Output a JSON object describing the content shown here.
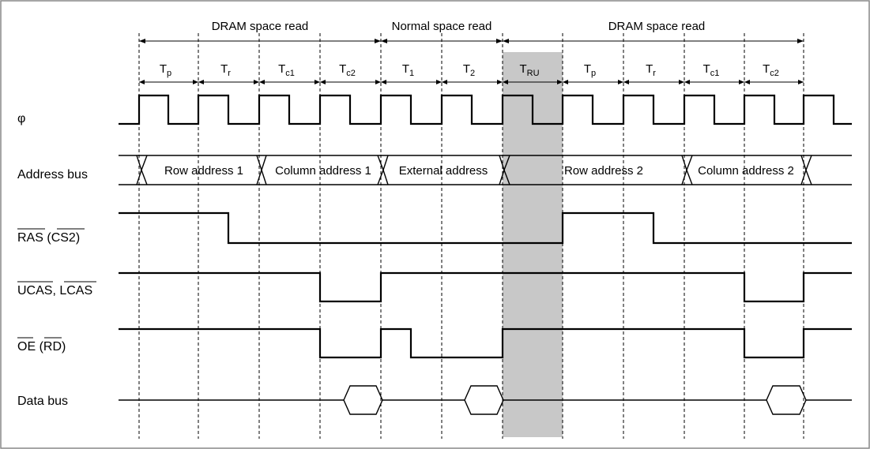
{
  "phases": [
    {
      "label": "DRAM space read"
    },
    {
      "label": "Normal space read"
    },
    {
      "label": "DRAM space read"
    }
  ],
  "states": [
    {
      "main": "T",
      "sub": "p"
    },
    {
      "main": "T",
      "sub": "r"
    },
    {
      "main": "T",
      "sub": "c1"
    },
    {
      "main": "T",
      "sub": "c2"
    },
    {
      "main": "T",
      "sub": "1"
    },
    {
      "main": "T",
      "sub": "2"
    },
    {
      "main": "T",
      "sub": "RU"
    },
    {
      "main": "T",
      "sub": "p"
    },
    {
      "main": "T",
      "sub": "r"
    },
    {
      "main": "T",
      "sub": "c1"
    },
    {
      "main": "T",
      "sub": "c2"
    }
  ],
  "signals": {
    "phi": {
      "label": "φ"
    },
    "address_bus": {
      "label": "Address bus"
    },
    "ras": {
      "label": "RAS",
      "suffix_open": " (",
      "overline2": "CS2",
      "suffix_close": ")"
    },
    "cas": {
      "label1": "UCAS",
      "sep": ", ",
      "label2": "LCAS"
    },
    "oe": {
      "label": "OE",
      "suffix_open": " (",
      "overline2": "RD",
      "suffix_close": ")"
    },
    "data_bus": {
      "label": "Data bus"
    }
  },
  "address_segments": [
    {
      "label": "Row address 1"
    },
    {
      "label": "Column address 1"
    },
    {
      "label": "External address"
    },
    {
      "label": "Row address 2"
    },
    {
      "label": "Column address 2"
    }
  ],
  "colors": {
    "highlight": "#c8c8c8",
    "line": "#000000",
    "frame": "#888888"
  }
}
